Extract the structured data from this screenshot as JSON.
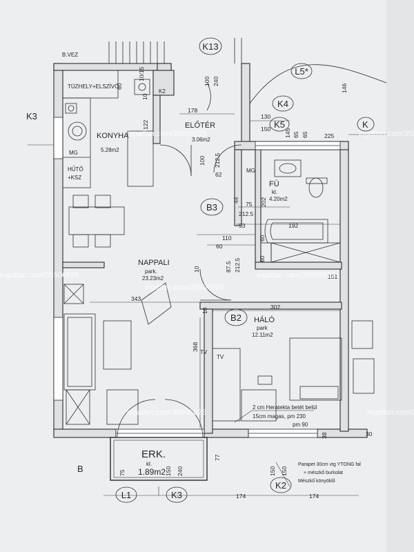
{
  "grid_marks": {
    "k13": "K13",
    "l5": "L5*",
    "k4": "K4",
    "k5": "K5",
    "b3": "B3",
    "b2": "B2",
    "l1": "L1",
    "k3": "K3",
    "k2": "K2",
    "k3_side": "K3",
    "k_right": "K"
  },
  "rooms": {
    "konyha": {
      "name": "KONYHA",
      "area": "5.28m2"
    },
    "eloter": {
      "name": "ELŐTÉR",
      "area": "3.06m2"
    },
    "fu": {
      "name": "FÜ",
      "kl": "kl.",
      "area": "4.20m2"
    },
    "nappali": {
      "name": "NAPPALI",
      "floor": "park.",
      "area": "23.23m2"
    },
    "halo": {
      "name": "HÁLÓ",
      "floor": "park",
      "area": "12.11m2"
    },
    "erk": {
      "name": "ERK.",
      "kl": "kl.",
      "area": "1.89m2"
    }
  },
  "fixtures": {
    "tuzhely": "TÜZHELY+ELSZÍVÓ",
    "huto": "HŰTŐ",
    "ksz": "+KSZ",
    "mg_kitchen": "MG",
    "mg_bath": "MG",
    "tv_living": "TV",
    "tv_bedroom": "TV",
    "k2_shaft": "K2",
    "b_label": "B",
    "b_vez": "B.VEZ",
    "pm": "pm 90"
  },
  "notes": {
    "heratekta_1": "2 cm Heratekta betét belül",
    "heratekta_2": "15cm magas, pm 230",
    "parapet_1": "Parapet 30cm vtg YTONG fal",
    "parapet_2": "+ mészkő burkolat",
    "parapet_3": "Mészkő könyöklő"
  },
  "dims": {
    "d130": "130",
    "d150": "150",
    "d146": "146",
    "d225": "225",
    "d65": "65",
    "d145": "145",
    "d178": "178",
    "d122": "122",
    "d240_top": "240",
    "d100_top": "100",
    "d10_top": "10",
    "d15": "10/15",
    "d60_k": "60",
    "d100": "100",
    "d2125a": "212.5",
    "d62": "62",
    "d202": "202",
    "d44": "44",
    "d75": "75",
    "d2125b": "212.5",
    "d53": "53",
    "d192": "192",
    "d110": "110",
    "d60a": "60",
    "d60b": "60",
    "d60c": "60",
    "d875": "87.5",
    "d2125c": "212.5",
    "d343": "343",
    "d10a": "10",
    "d10b": "10",
    "d302": "302",
    "d368": "368",
    "d151": "151",
    "d38": "38",
    "d30": "30",
    "d77": "77",
    "d75b": "75",
    "d150b": "150",
    "d240b": "240",
    "d150c": "150",
    "d150d": "150",
    "d174a": "174",
    "d174b": "174",
    "d65b": "65"
  },
  "watermarks": [
    "ingatlan.com/35506625",
    "ingatlan.com/35506625",
    "ingatlan.com/35506625",
    "ingatlan.com/35506625",
    "ingatlan.com/35506625",
    "ingatlan.com/35506625",
    "ingatlan.com/35506625"
  ]
}
